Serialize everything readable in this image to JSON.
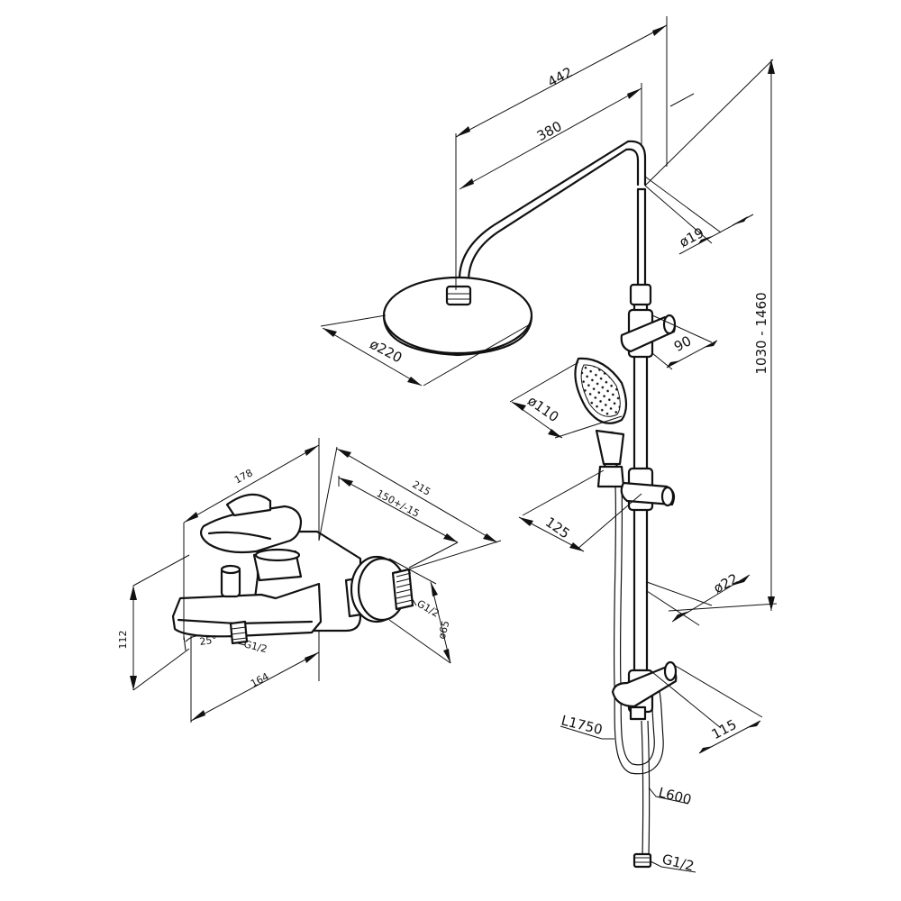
{
  "drawing": {
    "colors": {
      "line": "#111111",
      "background": "#ffffff"
    },
    "shower_system": {
      "dims": {
        "width_total": "442",
        "arm_reach": "380",
        "pipe_diameter": "ø19",
        "head_diameter": "ø220",
        "slider_depth": "90",
        "hand_shower_diameter": "ø110",
        "holder_offset": "125",
        "rail_diameter": "ø22",
        "bottom_holder_depth": "115",
        "height_range": "1030 - 1460",
        "hose_length_long": "L1750",
        "hose_length_short": "L600",
        "thread_bottom": "G1/2"
      }
    },
    "mixer": {
      "dims": {
        "width": "178",
        "depth_total": "215",
        "center_distance": "150+/-15",
        "height": "112",
        "spout_length": "164",
        "angle": "25°",
        "flange_diameter": "ø65",
        "thread_side": "G1/2",
        "thread_outlet": "G1/2"
      }
    }
  }
}
